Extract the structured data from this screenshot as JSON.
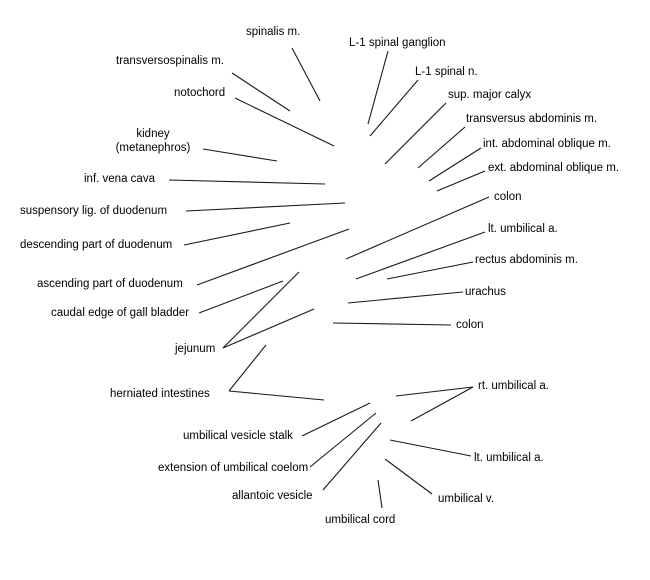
{
  "labels": {
    "spinalis_m": "spinalis m.",
    "l1_spinal_ganglion": "L-1 spinal ganglion",
    "transversospinalis_m": "transversospinalis m.",
    "l1_spinal_n": "L-1 spinal n.",
    "notochord": "notochord",
    "sup_major_calyx": "sup. major calyx",
    "kidney": "kidney",
    "metanephros": "(metanephros)",
    "transversus_abdominis_m": "transversus abdominis m.",
    "int_abdominal_oblique_m": "int. abdominal oblique m.",
    "inf_vena_cava": "inf. vena cava",
    "ext_abdominal_oblique_m": "ext. abdominal oblique m.",
    "colon_upper": "colon",
    "suspensory_lig_duodenum": "suspensory lig. of duodenum",
    "lt_umbilical_a_upper": "lt. umbilical a.",
    "descending_part_duodenum": "descending part of duodenum",
    "rectus_abdominis_m": "rectus abdominis m.",
    "ascending_part_duodenum": "ascending part of duodenum",
    "urachus": "urachus",
    "caudal_edge_gall_bladder": "caudal edge of gall bladder",
    "colon_lower": "colon",
    "jejunum": "jejunum",
    "herniated_intestines": "herniated intestines",
    "rt_umbilical_a": "rt. umbilical a.",
    "umbilical_vesicle_stalk": "umbilical vesicle stalk",
    "lt_umbilical_a_lower": "lt. umbilical a.",
    "extension_umbilical_coelom": "extension of umbilical coelom",
    "allantoic_vesicle": "allantoic vesicle",
    "umbilical_v": "umbilical v.",
    "umbilical_cord": "umbilical cord"
  }
}
